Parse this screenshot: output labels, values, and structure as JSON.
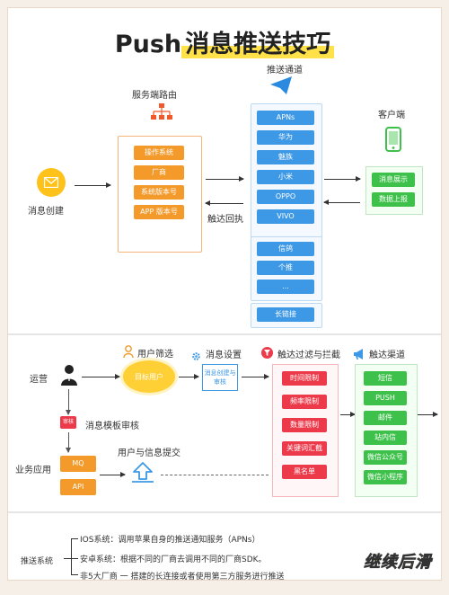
{
  "title": {
    "prefix": "Push",
    "highlight": "消息推送技巧"
  },
  "top": {
    "server_label": "服务端路由",
    "push_channel_label": "推送通道",
    "client_label": "客户端",
    "msg_create_label": "消息创建",
    "reach_receipt_label": "触达回执",
    "server_boxes": [
      "操作系统",
      "厂商",
      "系统版本号",
      "APP 版本号"
    ],
    "channels": [
      "APNs",
      "华为",
      "魅族",
      "小米",
      "OPPO",
      "VIVO"
    ],
    "channels2": [
      "信鸽",
      "个推",
      "..."
    ],
    "long_link": "长链接",
    "client_boxes": [
      "消息展示",
      "数据上报"
    ]
  },
  "middle": {
    "operation_label": "运营",
    "user_filter_label": "用户筛选",
    "target_user": "目标用户",
    "msg_setting_label": "消息设置",
    "msg_setting_box": "消息创建与审核",
    "filter_label": "触达过滤与拦截",
    "filter_boxes": [
      "时间限制",
      "频率限制",
      "数量限制",
      "关键词汇截",
      "黑名单"
    ],
    "channel_label": "触达渠道",
    "channel_boxes": [
      "短信",
      "PUSH",
      "邮件",
      "站内信",
      "微信公众号",
      "微信小程序"
    ],
    "review_badge": "审核",
    "template_review_label": "消息模板审核",
    "business_label": "业务应用",
    "mq": "MQ",
    "api": "API",
    "user_info_submit": "用户与信息提交"
  },
  "bottom": {
    "push_system_label": "推送系统",
    "lines": [
      "IOS系统：调用苹果自身的推送通知服务（APNs）",
      "安卓系统：根据不同的厂商去调用不同的厂商SDK。",
      "非5大厂商 一 搭建的长连接或者使用第三方服务进行推送"
    ],
    "brand": "继续后滑"
  },
  "colors": {
    "orange": "#f39a2b",
    "blue": "#3d98e6",
    "green": "#3ec14a",
    "red": "#ec3a4a"
  },
  "icons": [
    "envelope-icon",
    "network-icon",
    "paper-plane-icon",
    "phone-icon",
    "person-icon",
    "user-icon",
    "gear-icon",
    "filter-icon",
    "megaphone-icon",
    "upload-icon"
  ]
}
